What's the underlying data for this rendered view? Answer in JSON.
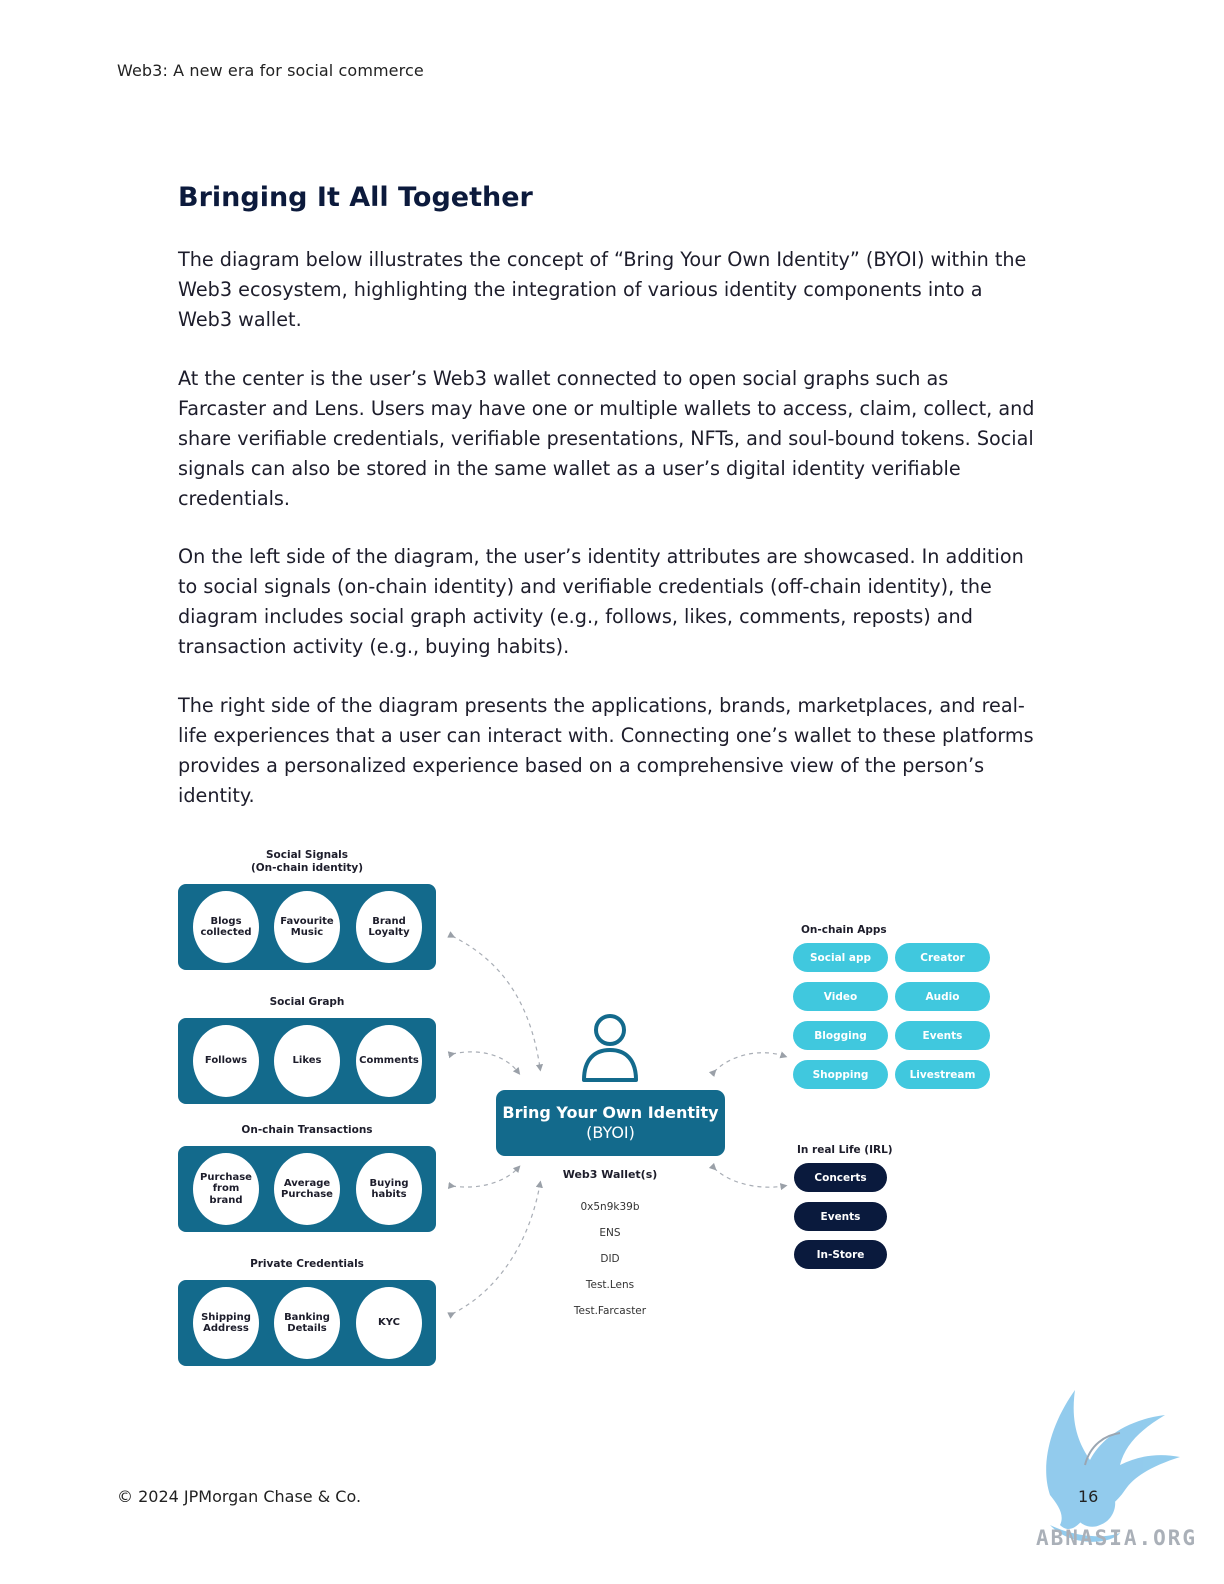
{
  "header": {
    "running_title": "Web3: A new era for social commerce"
  },
  "section": {
    "title": "Bringing It All Together",
    "paragraphs": [
      "The diagram below illustrates the concept of “Bring Your Own Identity” (BYOI) within the Web3 ecosystem, highlighting the integration of various identity components into a Web3 wallet.",
      "At the center is the user’s Web3 wallet connected to open social graphs such as Farcaster and Lens. Users may have one or multiple wallets to access, claim, collect, and share verifiable credentials, verifiable presentations, NFTs, and soul-bound tokens. Social signals can also be stored in the same wallet as a user’s digital identity verifiable credentials.",
      "On the left side of the diagram, the user’s identity attributes are showcased. In addition to social signals (on-chain identity) and verifiable credentials (off-chain identity), the diagram includes social graph activity (e.g., follows, likes, comments, reposts) and transaction activity (e.g., buying habits).",
      "The right side of the diagram presents the applications, brands, marketplaces, and real-life experiences that a user can interact with. Connecting one’s wallet to these platforms provides a personalized experience based on a comprehensive view of the person’s identity."
    ]
  },
  "diagram": {
    "left_groups": [
      {
        "label": "Social Signals\n(On-chain identity)",
        "items": [
          "Blogs\ncollected",
          "Favourite\nMusic",
          "Brand\nLoyalty"
        ]
      },
      {
        "label": "Social Graph",
        "items": [
          "Follows",
          "Likes",
          "Comments"
        ]
      },
      {
        "label": "On-chain Transactions",
        "items": [
          "Purchase\nfrom\nbrand",
          "Average\nPurchase",
          "Buying\nhabits"
        ]
      },
      {
        "label": "Private Credentials",
        "items": [
          "Shipping\nAddress",
          "Banking\nDetails",
          "KYC"
        ]
      }
    ],
    "center": {
      "title": "Bring Your Own Identity",
      "subtitle": "(BYOI)",
      "wallet_title": "Web3 Wallet(s)",
      "wallet_items": [
        "0x5n9k39b",
        "ENS",
        "DID",
        "Test.Lens",
        "Test.Farcaster"
      ]
    },
    "onchain_apps": {
      "label": "On-chain Apps",
      "items": [
        "Social app",
        "Creator",
        "Video",
        "Audio",
        "Blogging",
        "Events",
        "Shopping",
        "Livestream"
      ]
    },
    "irl": {
      "label": "In real Life (IRL)",
      "items": [
        "Concerts",
        "Events",
        "In-Store"
      ]
    },
    "colors": {
      "dark_teal": "#136a8c",
      "light_teal": "#40c8de",
      "navy": "#0a1a3d"
    }
  },
  "footer": {
    "copyright": "© 2024 JPMorgan Chase & Co.",
    "page_number": "16"
  },
  "watermark": {
    "text": "ABNASIA.ORG"
  }
}
